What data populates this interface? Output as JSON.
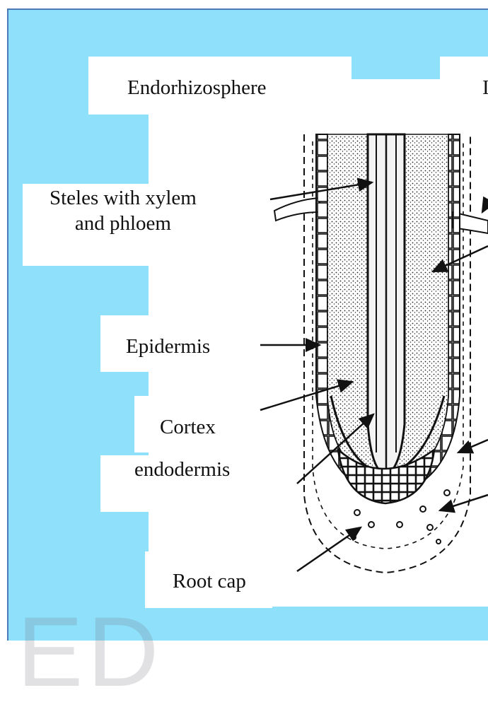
{
  "labels": {
    "endorhizosphere": "Endorhizosphere",
    "cut_right": "I",
    "steles": "Steles with xylem\nand phloem",
    "epidermis": "Epidermis",
    "cortex": "Cortex",
    "endodermis": "endodermis",
    "root_cap": "Root cap"
  },
  "watermark": "ED",
  "colors": {
    "background": "#8ee0fb",
    "panel": "#ffffff",
    "ink": "#111111"
  }
}
